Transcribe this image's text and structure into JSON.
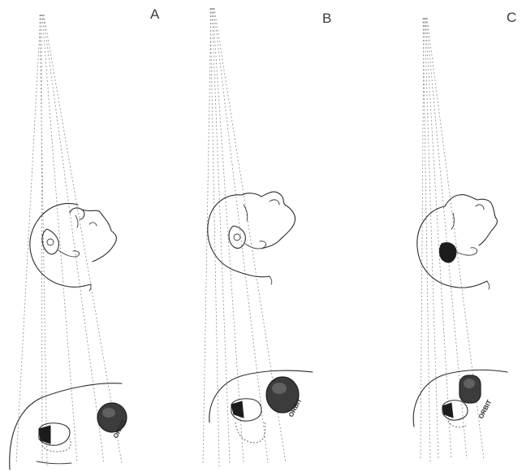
{
  "panels": [
    {
      "label": "A",
      "structure_label": "ORBIT"
    },
    {
      "label": "B",
      "structure_label": "ORBIT"
    },
    {
      "label": "C",
      "structure_label": "ORBIT"
    }
  ],
  "colors": {
    "ink": "#2b2b2b",
    "beam": "#8a8a8a",
    "background": "#ffffff"
  }
}
